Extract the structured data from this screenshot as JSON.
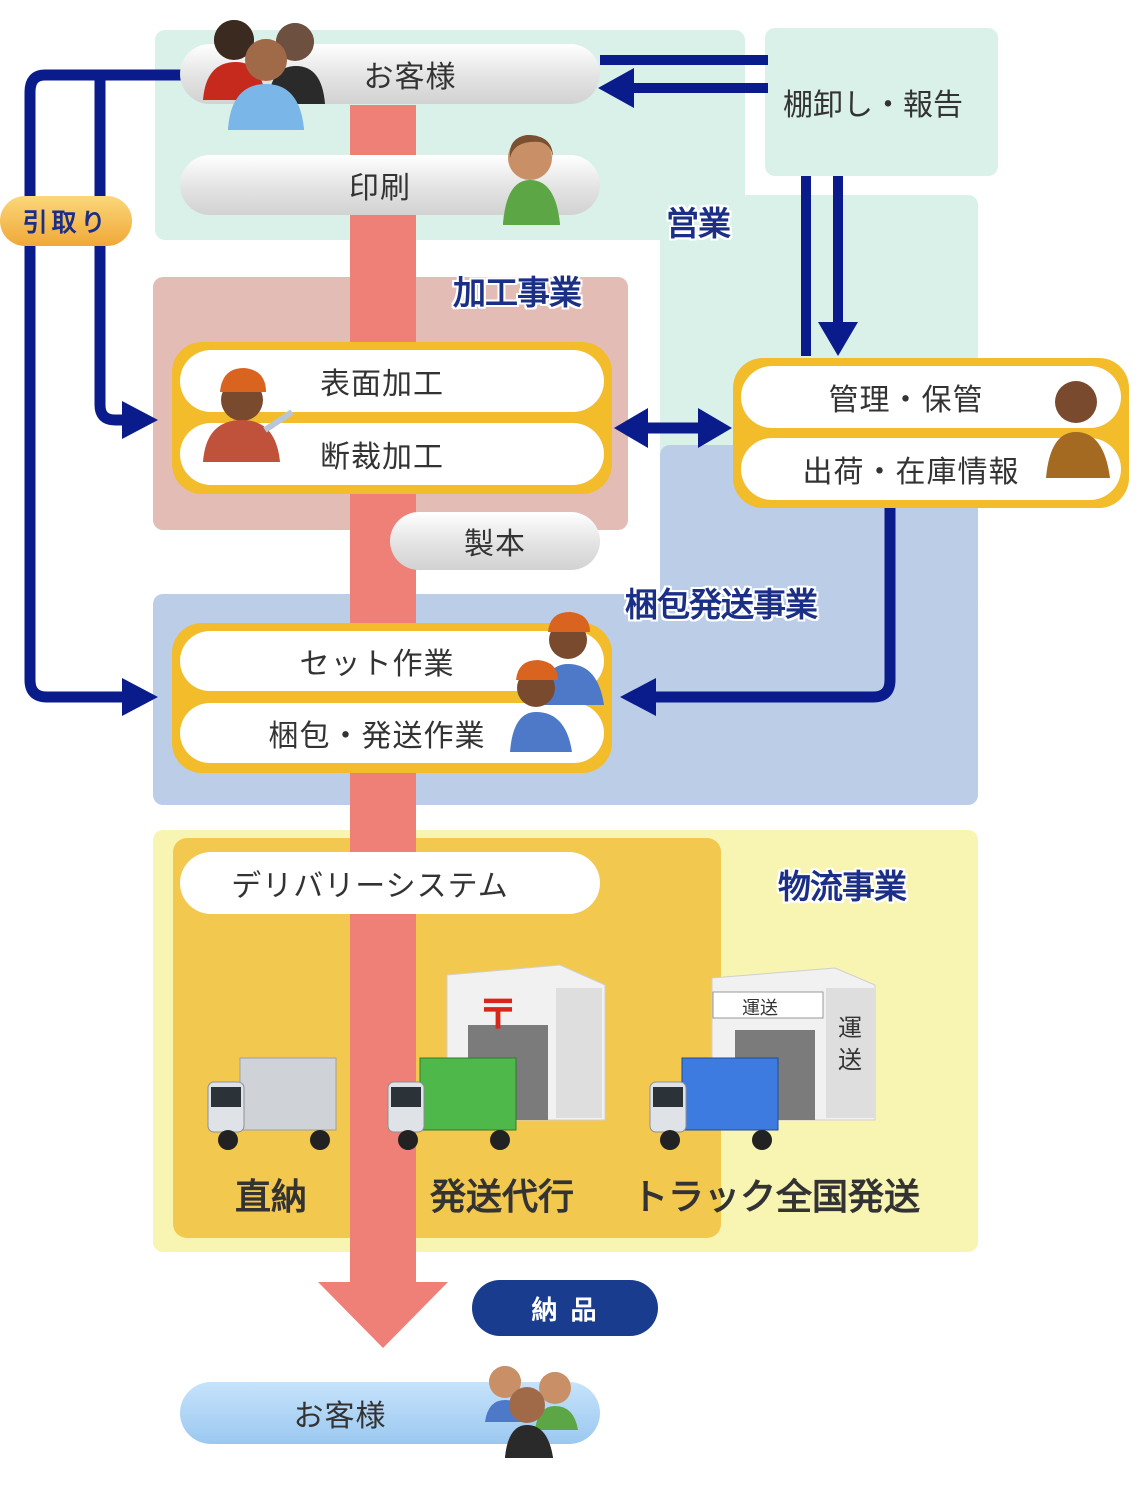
{
  "diagram": {
    "customer_top": "お客様",
    "printing": "印刷",
    "inventory_report": "棚卸し・報告",
    "pickup": "引取り",
    "sections": {
      "sales": "営業",
      "processing": "加工事業",
      "packing_shipping": "梱包発送事業",
      "logistics": "物流事業"
    },
    "processing_items": [
      "表面加工",
      "断裁加工"
    ],
    "bookbinding": "製本",
    "management": "管理・保管",
    "shipping_info": "出荷・在庫情報",
    "packing_items": [
      "セット作業",
      "梱包・発送作業"
    ],
    "delivery_system": "デリバリーシステム",
    "delivery_methods": [
      "直納",
      "発送代行",
      "トラック全国発送"
    ],
    "warehouse_sign_top": "運送",
    "warehouse_sign_side": "運送",
    "post_mark": "〒",
    "delivery": "納 品",
    "customer_bottom": "お客様"
  },
  "colors": {
    "sales_zone": "#d9f1e9",
    "processing_zone": "#e4bcb6",
    "packing_zone": "#bccde8",
    "logistics_zone": "#f8f5b3",
    "delivery_box": "#f3c84e",
    "main_flow": "#ee8078",
    "arrows": "#0a1b8c",
    "frame": "#f2bc2a",
    "customer_bottom": "#a9d0f2"
  }
}
